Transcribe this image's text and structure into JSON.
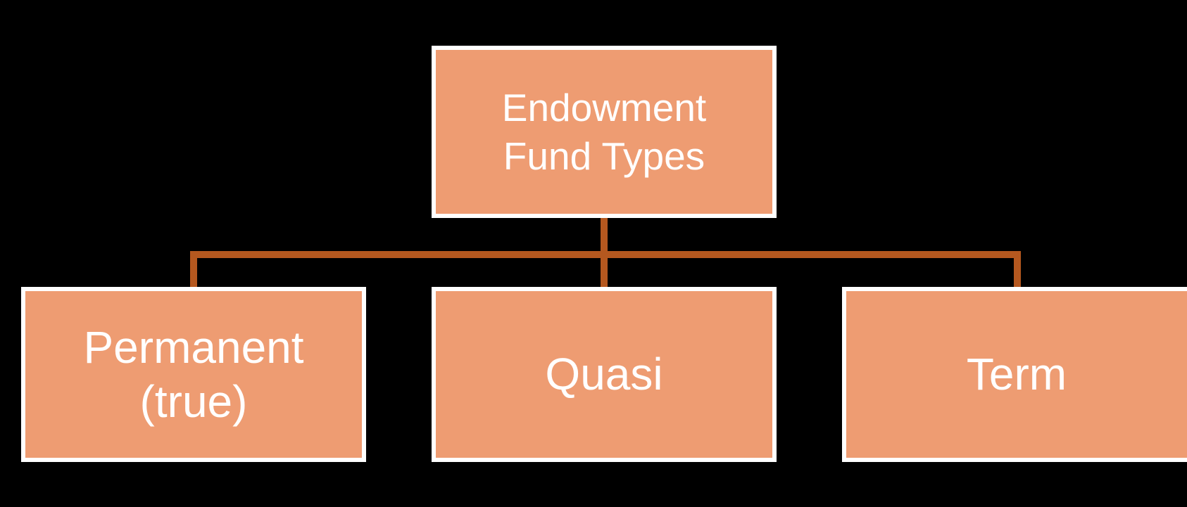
{
  "theme": {
    "background": "#000000",
    "node_fill": "#EE9C72",
    "node_border": "#FFFFFF",
    "node_text": "#FFFFFF",
    "connector": "#B5581F"
  },
  "diagram": {
    "type": "hierarchy",
    "root": {
      "label": "Endowment\nFund Types"
    },
    "children": [
      {
        "label": "Permanent (true)"
      },
      {
        "label": "Quasi"
      },
      {
        "label": "Term"
      }
    ]
  }
}
